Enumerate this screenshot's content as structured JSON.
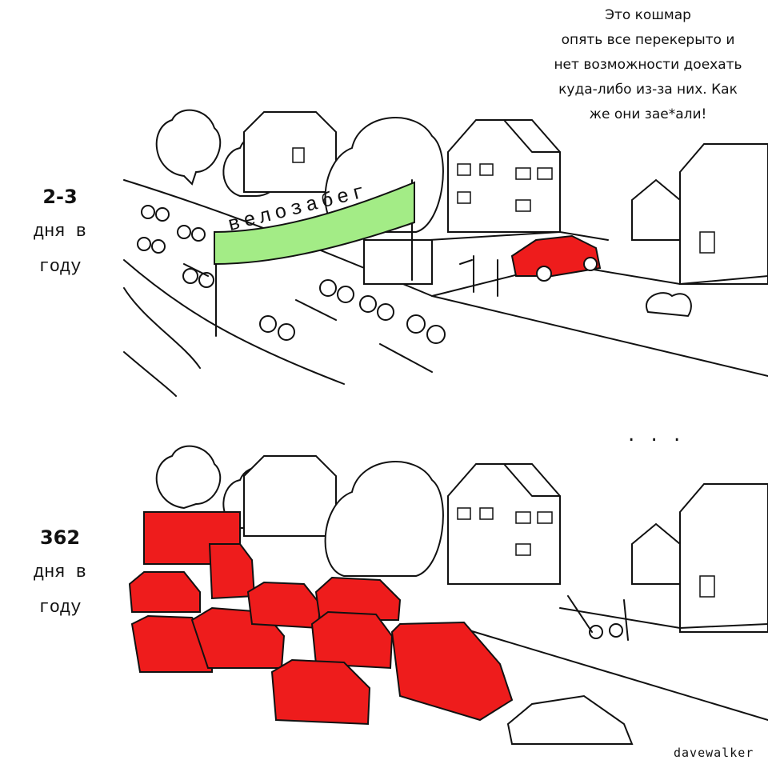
{
  "speech_bubble": {
    "lines": [
      "Это кошмар",
      "опять все перекерыто и",
      "нет возможности доехать",
      "куда-либо из-за них. Как",
      "же они зае*али!"
    ]
  },
  "top_panel": {
    "count": "2-3",
    "line1": "дня в",
    "line2": "году",
    "banner": "велозабег"
  },
  "bottom_panel": {
    "count": "362",
    "line1": "дня в",
    "line2": "году",
    "ellipsis": ". . ."
  },
  "signature": "davewalker",
  "colors": {
    "banner": "#a3ec86",
    "car": "#ee1c1c"
  }
}
